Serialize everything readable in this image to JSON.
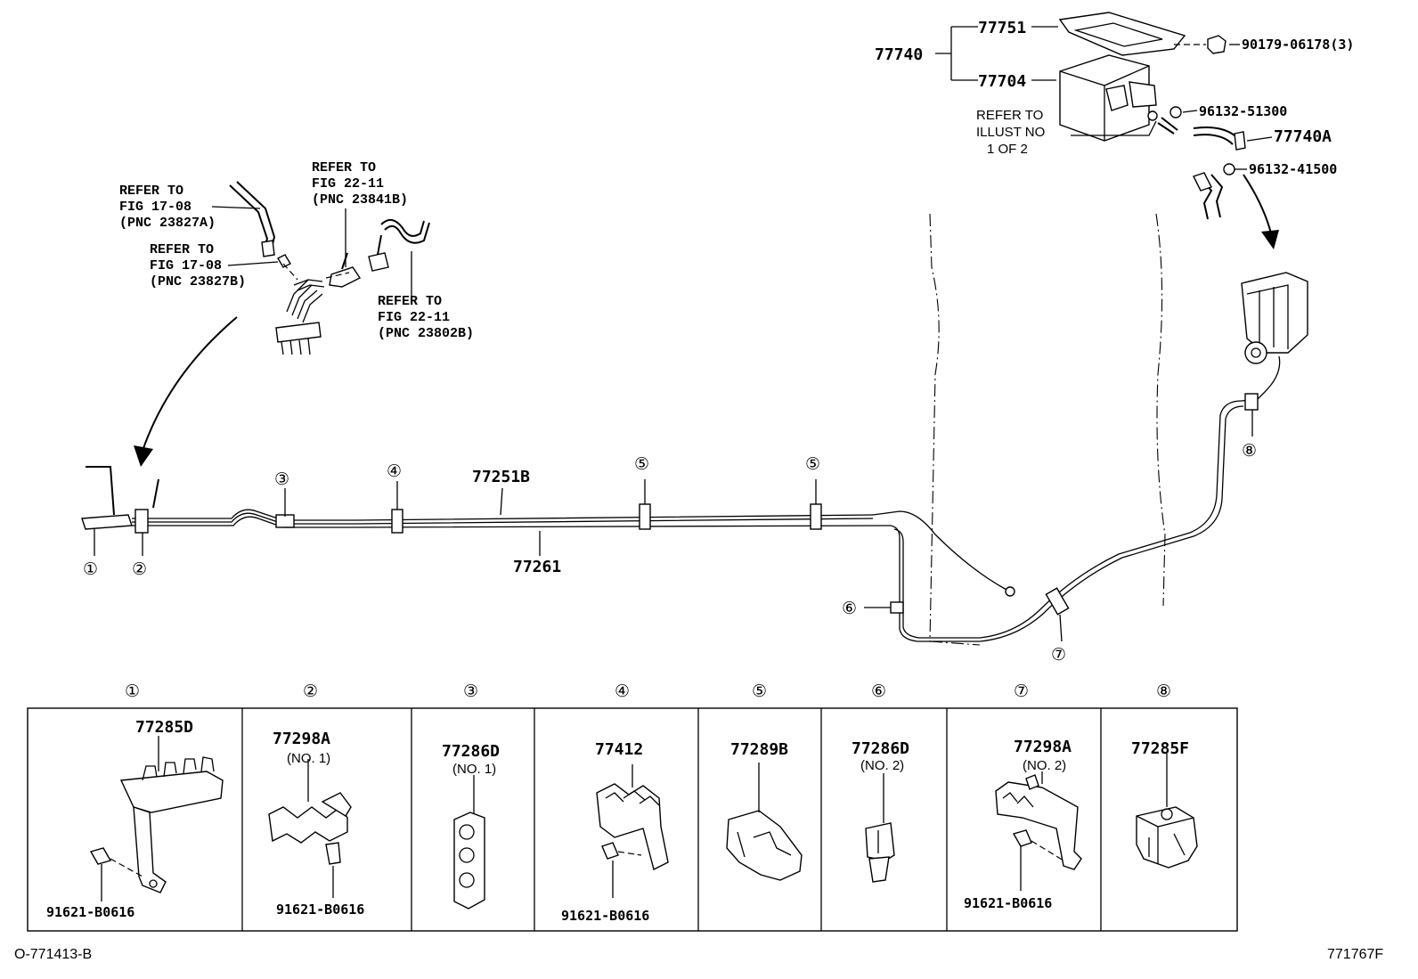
{
  "top": {
    "group_no": "77740",
    "upper": "77751",
    "lower": "77704",
    "bolt": "90179-06178(3)",
    "clip_a": "96132-51300",
    "hose": "77740A",
    "clip_b": "96132-41500",
    "refer_lines": [
      "REFER TO",
      "ILLUST NO",
      "1 OF 2"
    ]
  },
  "refs": [
    {
      "lines": [
        "REFER TO",
        "FIG 17-08",
        "(PNC 23827A)"
      ]
    },
    {
      "lines": [
        "REFER TO",
        "FIG 17-08",
        "(PNC 23827B)"
      ]
    },
    {
      "lines": [
        "REFER TO",
        "FIG 22-11",
        "(PNC 23841B)"
      ]
    },
    {
      "lines": [
        "REFER TO",
        "FIG 22-11",
        "(PNC 23802B)"
      ]
    }
  ],
  "main": {
    "tube_upper": "77251B",
    "tube_lower": "77261"
  },
  "callouts": [
    "①",
    "②",
    "③",
    "④",
    "⑤",
    "⑤",
    "⑥",
    "⑦",
    "⑧"
  ],
  "boxes": [
    {
      "num": "①",
      "part": "77285D",
      "sub": "",
      "bolt": "91621-B0616"
    },
    {
      "num": "②",
      "part": "77298A",
      "sub": "(NO. 1)",
      "bolt": "91621-B0616"
    },
    {
      "num": "③",
      "part": "77286D",
      "sub": "(NO. 1)",
      "bolt": ""
    },
    {
      "num": "④",
      "part": "77412",
      "sub": "",
      "bolt": "91621-B0616"
    },
    {
      "num": "⑤",
      "part": "77289B",
      "sub": "",
      "bolt": ""
    },
    {
      "num": "⑥",
      "part": "77286D",
      "sub": "(NO. 2)",
      "bolt": ""
    },
    {
      "num": "⑦",
      "part": "77298A",
      "sub": "(NO. 2)",
      "bolt": "91621-B0616"
    },
    {
      "num": "⑧",
      "part": "77285F",
      "sub": "",
      "bolt": ""
    }
  ],
  "footer": {
    "left": "O-771413-B",
    "right": "771767F"
  }
}
